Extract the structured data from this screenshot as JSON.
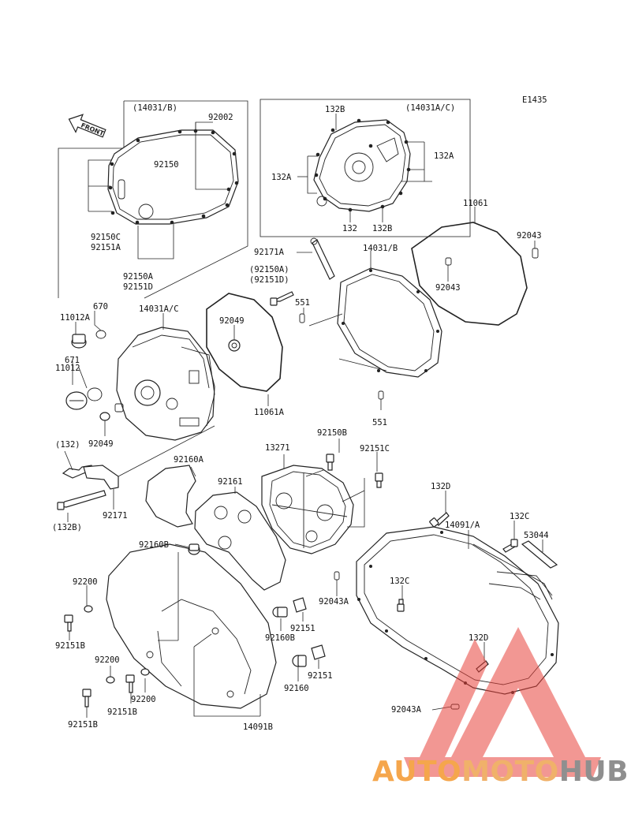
{
  "figure_code": "E1435",
  "front_label": "FRONT",
  "labels": {
    "l_14031b": "(14031/B)",
    "l_92002": "92002",
    "l_92150": "92150",
    "l_92150c": "92150C",
    "l_92151a": "92151A",
    "l_92150a_top": "92150A",
    "l_92151d_top": "92151D",
    "l_14031ac_box": "(14031A/C)",
    "l_132b_t": "132B",
    "l_132a_r": "132A",
    "l_132a_l": "132A",
    "l_132_b": "132",
    "l_132b_b": "132B",
    "l_11061": "11061",
    "l_92043_tr": "92043",
    "l_14031b_mid": "14031/B",
    "l_92043_mid": "92043",
    "l_92171a": "92171A",
    "l_92150a_p": "(92150A)",
    "l_92151d_p": "(92151D)",
    "l_551_a": "551",
    "l_670": "670",
    "l_11012a": "11012A",
    "l_14031ac": "14031A/C",
    "l_92049_g": "92049",
    "l_11012": "11012",
    "l_671": "671",
    "l_11061a": "11061A",
    "l_551_b": "551",
    "l_92049": "92049",
    "l_132p": "(132)",
    "l_92150b": "92150B",
    "l_13271": "13271",
    "l_92151c": "92151C",
    "l_92160a": "92160A",
    "l_92161": "92161",
    "l_132bp": "(132B)",
    "l_92171": "92171",
    "l_132d_t": "132D",
    "l_132c_t": "132C",
    "l_14091a": "14091/A",
    "l_53044": "53044",
    "l_92160b_t": "92160B",
    "l_92200_a": "92200",
    "l_132c_m": "132C",
    "l_92043a_m": "92043A",
    "l_92151b_a": "92151B",
    "l_92160b_b": "92160B",
    "l_92151_a": "92151",
    "l_92200_b": "92200",
    "l_132d_b": "132D",
    "l_92151_b": "92151",
    "l_92200_c": "92200",
    "l_92151b_b": "92151B",
    "l_92160": "92160",
    "l_92151b_c": "92151B",
    "l_14091b": "14091B",
    "l_92043a_b": "92043A"
  },
  "watermark": {
    "brand_part1": "AUTO",
    "brand_part2": "MOTO",
    "brand_part3": "HUB",
    "colors": {
      "triangle": "#e8423a",
      "auto": "#f5a64c",
      "moto": "#f0b16a",
      "hub": "#8f8f8f"
    }
  }
}
